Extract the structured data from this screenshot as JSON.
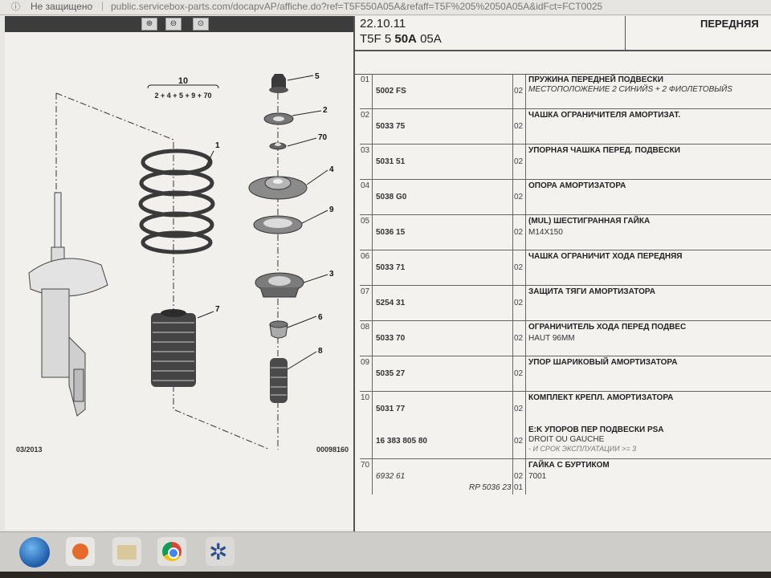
{
  "browser": {
    "security": "Не защищено",
    "url": "public.servicebox-parts.com/docapvAP/affiche.do?ref=T5F550A05A&refaff=T5F%205%2050A05A&idFct=FCT0025"
  },
  "diagram": {
    "group_label": "10",
    "group_formula": "2 + 4 + 5 + 9 + 70",
    "callouts": [
      "1",
      "2",
      "3",
      "4",
      "5",
      "6",
      "7",
      "8",
      "9",
      "70"
    ],
    "date": "03/2013",
    "ref": "00098160"
  },
  "header": {
    "date": "22.10.11",
    "code_prefix": "T5F 5",
    "code_bold": "50A",
    "code_suffix": "05A",
    "position": "ПЕРЕДНЯЯ"
  },
  "rows": [
    {
      "num": "01",
      "ref": "5002 FS",
      "qty": "02",
      "title": "ПРУЖИНА ПЕРЕДНЕЙ ПОДВЕСКИ",
      "sub": "МЕСТОПОЛОЖЕНИЕ 2 СИНИЙS + 2 ФИОЛЕТОВЫЙS"
    },
    {
      "num": "02",
      "ref": "5033 75",
      "qty": "02",
      "title": "ЧАШКА ОГРАНИЧИТЕЛЯ АМОРТИЗАТ."
    },
    {
      "num": "03",
      "ref": "5031 51",
      "qty": "02",
      "title": "УПОРНАЯ ЧАШКА ПЕРЕД. ПОДВЕСКИ"
    },
    {
      "num": "04",
      "ref": "5038 G0",
      "qty": "02",
      "title": "ОПОРА АМОРТИЗАТОРА"
    },
    {
      "num": "05",
      "ref": "5036 15",
      "qty": "02",
      "title": "(MUL) ШЕСТИГРАННАЯ ГАЙКА",
      "sub": "M14X150"
    },
    {
      "num": "06",
      "ref": "5033 71",
      "qty": "02",
      "title": "ЧАШКА ОГРАНИЧИТ ХОДА ПЕРЕДНЯЯ"
    },
    {
      "num": "07",
      "ref": "5254 31",
      "qty": "02",
      "title": "ЗАЩИТА ТЯГИ АМОРТИЗАТОРА"
    },
    {
      "num": "08",
      "ref": "5033 70",
      "qty": "02",
      "title": "ОГРАНИЧИТЕЛЬ ХОДА ПЕРЕД ПОДВЕС",
      "sub": "HAUT 96MM"
    },
    {
      "num": "09",
      "ref": "5035 27",
      "qty": "02",
      "title": "УПОР ШАРИКОВЫЙ АМОРТИЗАТОРА"
    },
    {
      "num": "10",
      "ref": "5031 77",
      "qty": "02",
      "title": "КОМПЛЕКТ КРЕПЛ. АМОРТИЗАТОРА",
      "ref2": "16 383 805 80",
      "title2": "E:K УПОРОВ ПЕР ПОДВЕСКИ PSA",
      "sub2": "DROIT OU GAUCHE",
      "note2": "- И СРОК ЭКСПЛУАТАЦИИ >= 3"
    },
    {
      "num": "70",
      "ref": "6932 61",
      "qty": "02",
      "title": "ГАЙКА С БУРТИКОМ",
      "sub": "7001",
      "rp": "RP 5036 23",
      "qty2": "01"
    }
  ]
}
